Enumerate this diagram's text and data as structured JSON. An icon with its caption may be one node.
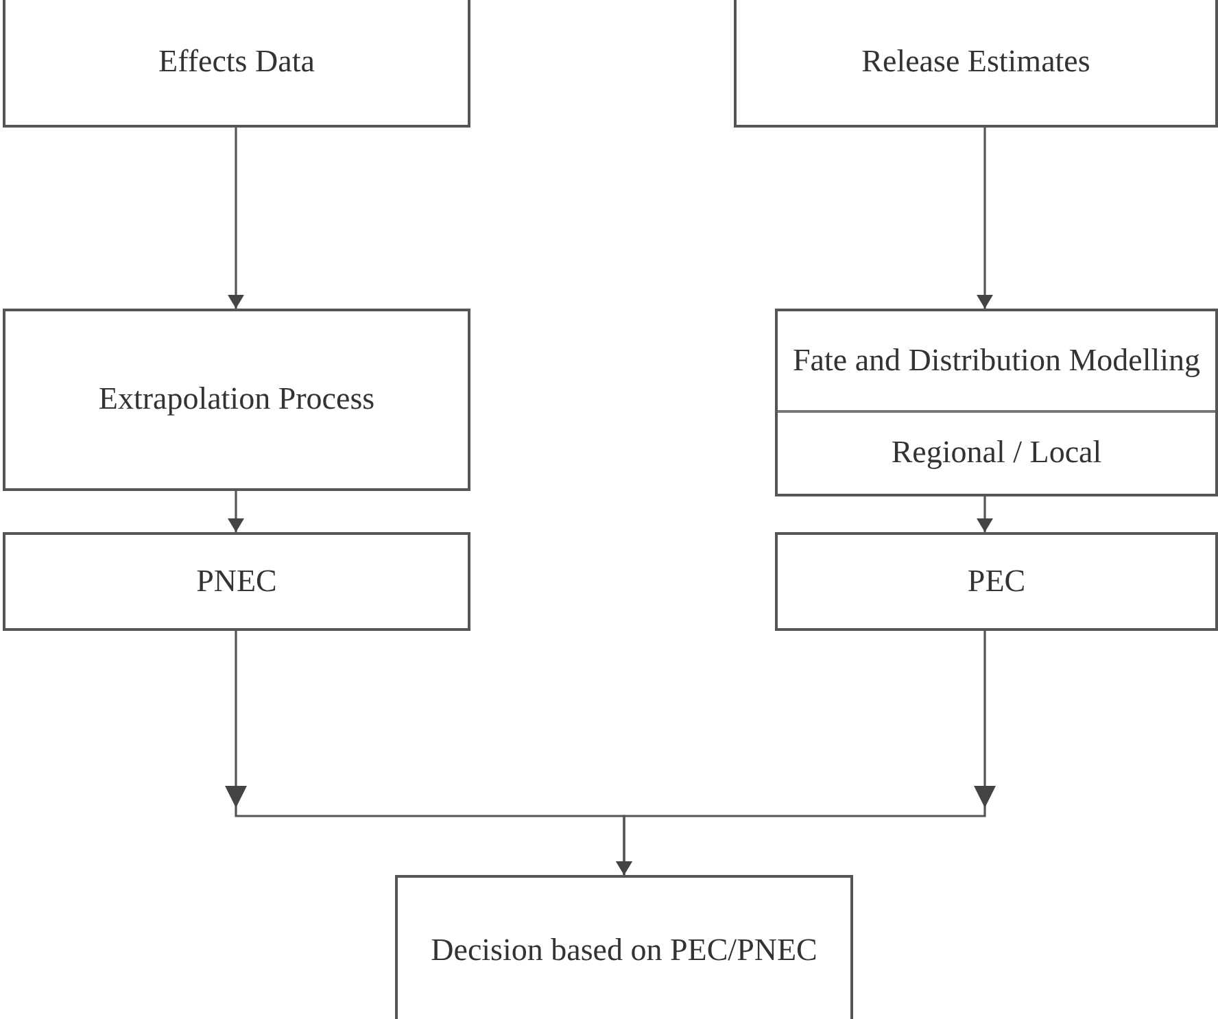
{
  "diagram": {
    "nodes": [
      {
        "text": [
          "Effects Data"
        ]
      },
      {
        "text": [
          "Release Estimates"
        ]
      },
      {
        "text": [
          "Extrapolation Process"
        ]
      },
      {
        "text": [
          "Fate and Distribution Modelling",
          "Regional / Local"
        ]
      },
      {
        "text": [
          "PNEC"
        ]
      },
      {
        "text": [
          "PEC"
        ]
      },
      {
        "text": [
          "Decision based on PEC/PNEC"
        ]
      }
    ],
    "edges": [
      {
        "from": 0,
        "to": 2,
        "arrow": "to"
      },
      {
        "from": 1,
        "to": 3,
        "arrow": "to"
      },
      {
        "from": 2,
        "to": 4,
        "arrow": "to"
      },
      {
        "from": 3,
        "to": 5,
        "arrow": "to"
      },
      {
        "from": 4,
        "to": 6,
        "arrow": "to"
      },
      {
        "from": 5,
        "to": 6,
        "arrow": "to"
      }
    ]
  }
}
